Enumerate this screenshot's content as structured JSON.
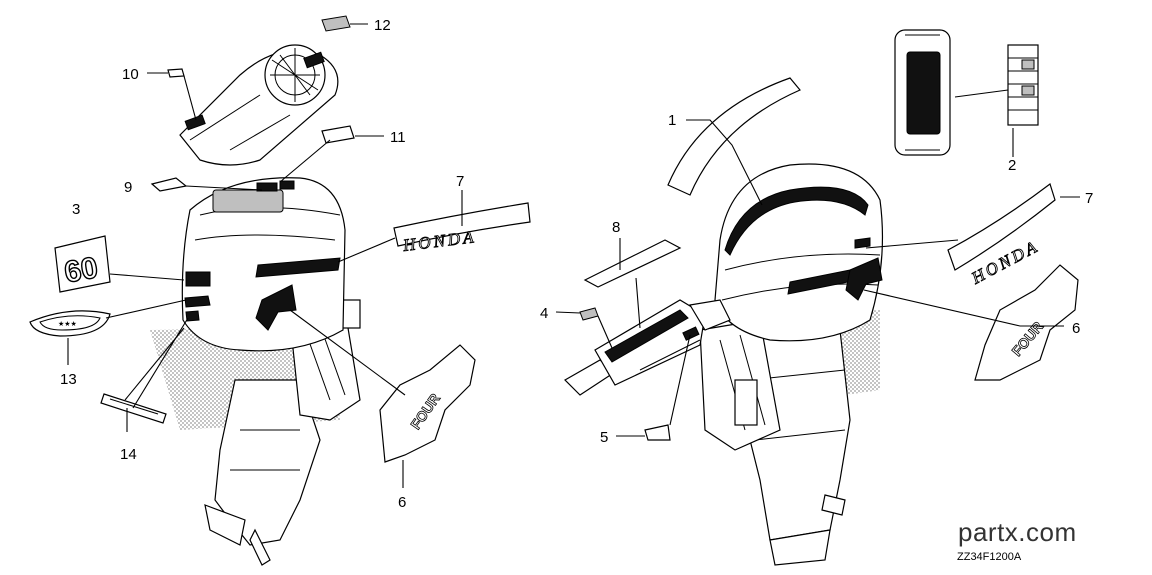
{
  "diagram": {
    "callouts": {
      "c1": "1",
      "c2": "2",
      "c3": "3",
      "c4": "4",
      "c5": "5",
      "c6a": "6",
      "c6b": "6",
      "c7a": "7",
      "c7b": "7",
      "c8": "8",
      "c9": "9",
      "c10": "10",
      "c11": "11",
      "c12": "12",
      "c13": "13",
      "c14": "14"
    },
    "decal_text": {
      "brand_left": "HONDA",
      "brand_right": "HONDA",
      "hp_badge": "60",
      "four_stroke_left": "FOUR",
      "four_stroke_right": "FOUR"
    },
    "diagram_code": "ZZ34F1200A"
  },
  "watermark": {
    "domain": "partx.com"
  },
  "colors": {
    "line": "#000000",
    "background": "#ffffff",
    "watermark_text": "#333333"
  }
}
